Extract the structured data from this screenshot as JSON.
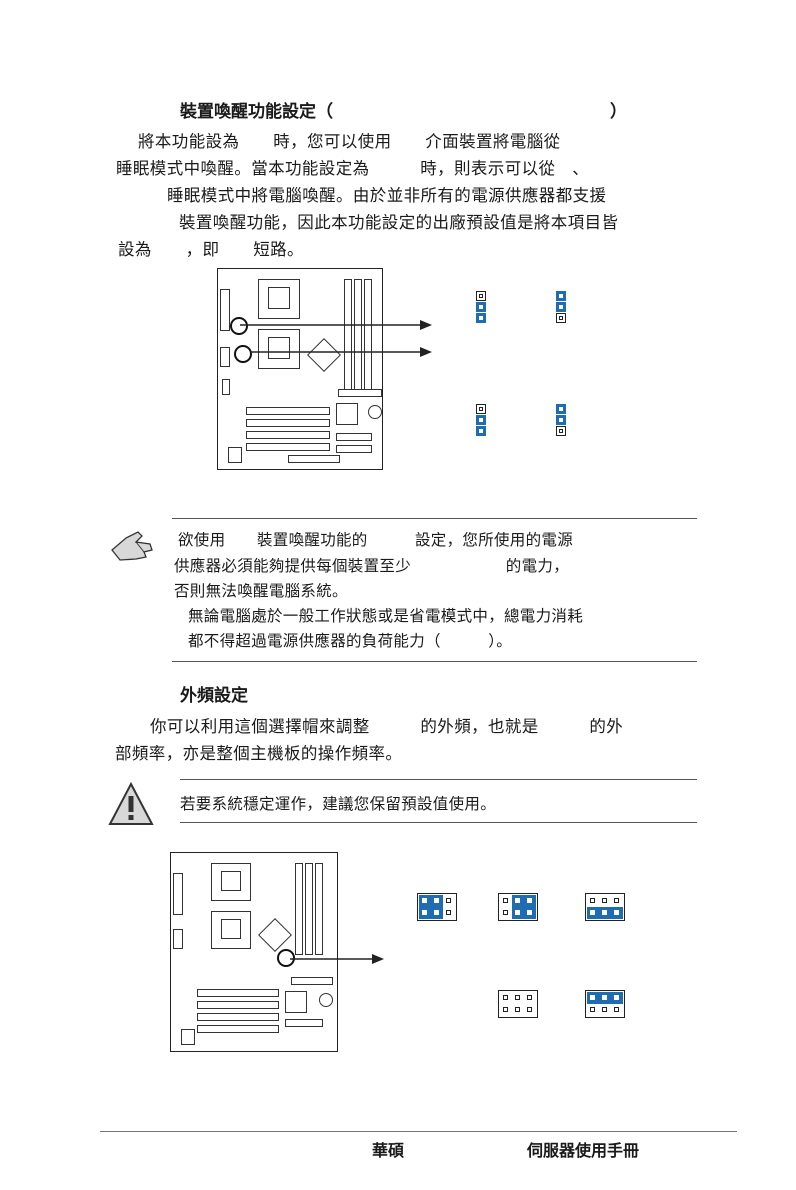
{
  "section1": {
    "heading": "裝置喚醒功能設定（",
    "heading_close": "）",
    "paragraph": [
      "將本功能設為　　時，您可以使用　　介面裝置將電腦從",
      "睡眠模式中喚醒。當本功能設定為　　　時，則表示可以從　、",
      "睡眠模式中將電腦喚醒。由於並非所有的電源供應器都支援",
      "裝置喚醒功能，因此本功能設定的出廠預設值是將本項目皆",
      "設為　　，即　　短路。"
    ]
  },
  "note1": {
    "lines": [
      "欲使用　　裝置喚醒功能的　　　設定，您所使用的電源",
      "供應器必須能夠提供每個裝置至少　　　　　　的電力，",
      "否則無法喚醒電腦系統。",
      "無論電腦處於一般工作狀態或是省電模式中，總電力消耗",
      "都不得超過電源供應器的負荷能力（　　　）。"
    ]
  },
  "section2": {
    "heading": "外頻設定",
    "paragraph": [
      "你可以利用這個選擇帽來調整　　　的外頻，也就是　　　的外",
      "部頻率，亦是整個主機板的操作頻率。"
    ]
  },
  "caution": {
    "text": "若要系統穩定運作，建議您保留預設值使用。"
  },
  "footer": {
    "left": "華碩",
    "right": "伺服器使用手冊"
  },
  "colors": {
    "jumper_cap": "#1f6cb3",
    "rule": "#555555"
  }
}
